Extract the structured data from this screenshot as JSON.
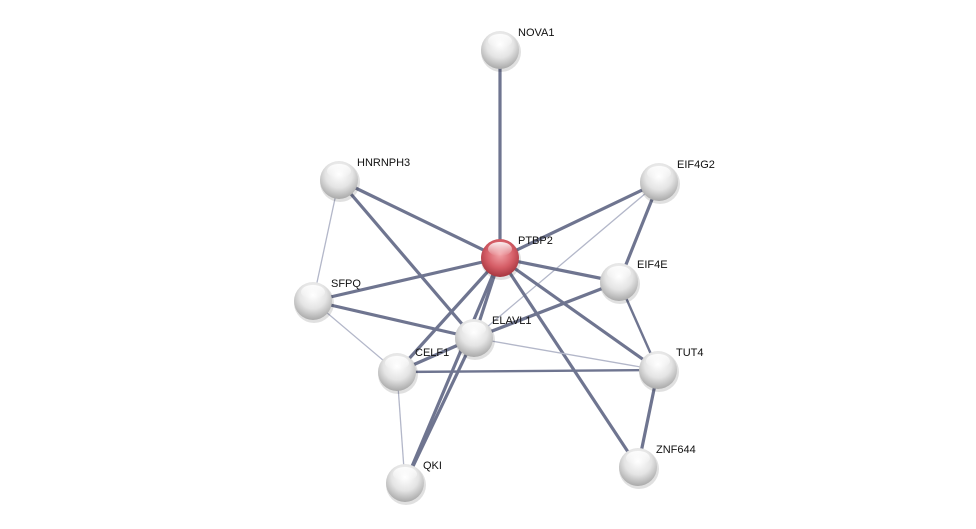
{
  "network": {
    "query_protein": "PTBP2",
    "colors": {
      "query": "#d9606a",
      "node": "#e6e6e6",
      "edge_strong": "#6f7590",
      "edge_weak": "#b3b7c9"
    },
    "nodes": [
      {
        "id": "NOVA1",
        "label": "NOVA1"
      },
      {
        "id": "HNRNPH3",
        "label": "HNRNPH3"
      },
      {
        "id": "EIF4G2",
        "label": "EIF4G2"
      },
      {
        "id": "PTBP2",
        "label": "PTBP2"
      },
      {
        "id": "EIF4E",
        "label": "EIF4E"
      },
      {
        "id": "SFPQ",
        "label": "SFPQ"
      },
      {
        "id": "ELAVL1",
        "label": "ELAVL1"
      },
      {
        "id": "CELF1",
        "label": "CELF1"
      },
      {
        "id": "TUT4",
        "label": "TUT4"
      },
      {
        "id": "ZNF644",
        "label": "ZNF644"
      },
      {
        "id": "QKI",
        "label": "QKI"
      }
    ],
    "edges": [
      {
        "a": "NOVA1",
        "b": "PTBP2",
        "strength": "strong"
      },
      {
        "a": "HNRNPH3",
        "b": "PTBP2",
        "strength": "strong"
      },
      {
        "a": "HNRNPH3",
        "b": "ELAVL1",
        "strength": "strong"
      },
      {
        "a": "HNRNPH3",
        "b": "SFPQ",
        "strength": "weak"
      },
      {
        "a": "EIF4G2",
        "b": "PTBP2",
        "strength": "strong"
      },
      {
        "a": "EIF4G2",
        "b": "EIF4E",
        "strength": "strong"
      },
      {
        "a": "EIF4G2",
        "b": "ELAVL1",
        "strength": "weak"
      },
      {
        "a": "PTBP2",
        "b": "EIF4E",
        "strength": "strong"
      },
      {
        "a": "PTBP2",
        "b": "SFPQ",
        "strength": "strong"
      },
      {
        "a": "PTBP2",
        "b": "ELAVL1",
        "strength": "strong"
      },
      {
        "a": "PTBP2",
        "b": "CELF1",
        "strength": "strong"
      },
      {
        "a": "PTBP2",
        "b": "QKI",
        "strength": "strong"
      },
      {
        "a": "PTBP2",
        "b": "TUT4",
        "strength": "strong"
      },
      {
        "a": "PTBP2",
        "b": "ZNF644",
        "strength": "strong"
      },
      {
        "a": "EIF4E",
        "b": "ELAVL1",
        "strength": "strong"
      },
      {
        "a": "EIF4E",
        "b": "TUT4",
        "strength": "medium"
      },
      {
        "a": "SFPQ",
        "b": "ELAVL1",
        "strength": "strong"
      },
      {
        "a": "SFPQ",
        "b": "CELF1",
        "strength": "weak"
      },
      {
        "a": "ELAVL1",
        "b": "TUT4",
        "strength": "weak"
      },
      {
        "a": "ELAVL1",
        "b": "QKI",
        "strength": "strong"
      },
      {
        "a": "ELAVL1",
        "b": "CELF1",
        "strength": "strong"
      },
      {
        "a": "CELF1",
        "b": "TUT4",
        "strength": "medium"
      },
      {
        "a": "CELF1",
        "b": "QKI",
        "strength": "weak"
      },
      {
        "a": "TUT4",
        "b": "ZNF644",
        "strength": "strong"
      }
    ]
  }
}
